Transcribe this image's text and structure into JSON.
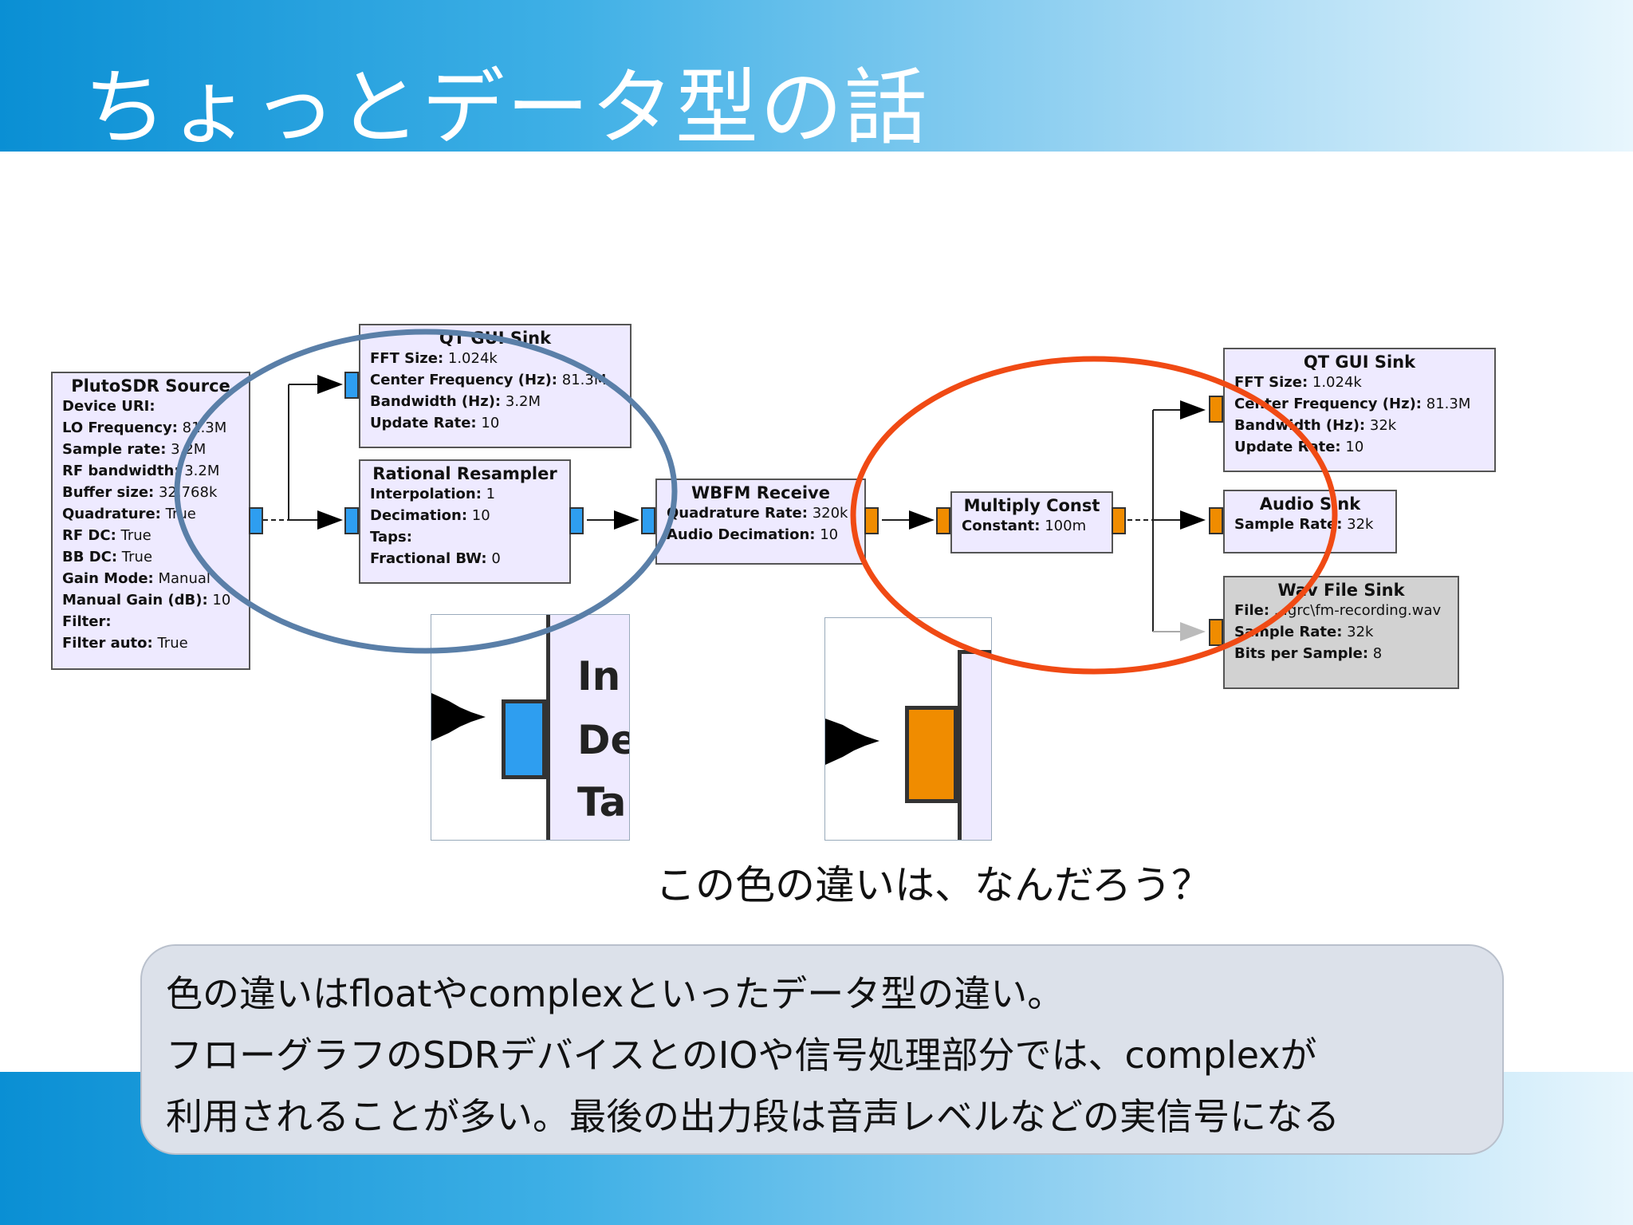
{
  "slide": {
    "title": "ちょっとデータ型の話",
    "question": "この色の違いは、なんだろう？",
    "note_lines": [
      "色の違いはfloatやcomplexといったデータ型の違い。",
      "フローグラフのSDRデバイスとのIOや信号処理部分では、complexが",
      "利用されることが多い。最後の出力段は音声レベルなどの実信号になる"
    ]
  },
  "blocks": {
    "pluto": {
      "title": "PlutoSDR Source",
      "rows": [
        {
          "k": "Device URI:",
          "v": ""
        },
        {
          "k": "LO Frequency:",
          "v": " 81.3M"
        },
        {
          "k": "Sample rate:",
          "v": " 3.2M"
        },
        {
          "k": "RF bandwidth:",
          "v": " 3.2M"
        },
        {
          "k": "Buffer size:",
          "v": " 32.768k"
        },
        {
          "k": "Quadrature:",
          "v": " True"
        },
        {
          "k": "RF DC:",
          "v": " True"
        },
        {
          "k": "BB DC:",
          "v": " True"
        },
        {
          "k": "Gain Mode:",
          "v": " Manual"
        },
        {
          "k": "Manual Gain (dB):",
          "v": " 10"
        },
        {
          "k": "Filter:",
          "v": ""
        },
        {
          "k": "Filter auto:",
          "v": " True"
        }
      ]
    },
    "qt1": {
      "title": "QT GUI Sink",
      "rows": [
        {
          "k": "FFT Size:",
          "v": " 1.024k"
        },
        {
          "k": "Center Frequency (Hz):",
          "v": " 81.3M"
        },
        {
          "k": "Bandwidth (Hz):",
          "v": " 3.2M"
        },
        {
          "k": "Update Rate:",
          "v": " 10"
        }
      ]
    },
    "resampler": {
      "title": "Rational Resampler",
      "rows": [
        {
          "k": "Interpolation:",
          "v": " 1"
        },
        {
          "k": "Decimation:",
          "v": " 10"
        },
        {
          "k": "Taps:",
          "v": ""
        },
        {
          "k": "Fractional BW:",
          "v": " 0"
        }
      ]
    },
    "wbfm": {
      "title": "WBFM Receive",
      "rows": [
        {
          "k": "Quadrature Rate:",
          "v": " 320k"
        },
        {
          "k": "Audio Decimation:",
          "v": " 10"
        }
      ]
    },
    "multiply": {
      "title": "Multiply Const",
      "rows": [
        {
          "k": "Constant:",
          "v": " 100m"
        }
      ]
    },
    "qt2": {
      "title": "QT GUI Sink",
      "rows": [
        {
          "k": "FFT Size:",
          "v": " 1.024k"
        },
        {
          "k": "Center Frequency (Hz):",
          "v": " 81.3M"
        },
        {
          "k": "Bandwidth (Hz):",
          "v": " 32k"
        },
        {
          "k": "Update Rate:",
          "v": " 10"
        }
      ]
    },
    "audio": {
      "title": "Audio Sink",
      "rows": [
        {
          "k": "Sample Rate:",
          "v": " 32k"
        }
      ]
    },
    "wav": {
      "title": "Wav File Sink",
      "rows": [
        {
          "k": "File:",
          "v": " ...grc\\fm-recording.wav"
        },
        {
          "k": "Sample Rate:",
          "v": " 32k"
        },
        {
          "k": "Bits per Sample:",
          "v": " 8"
        }
      ]
    }
  },
  "zoom_left_letters": [
    "In",
    "De",
    "Ta"
  ],
  "colors": {
    "complex_port": "#2e9ef0",
    "float_port": "#f08c00",
    "blue_circle": "#5a7fa8",
    "red_circle": "#f04a14",
    "block_fill": "#eeeaff",
    "disabled_block_fill": "#d2d2d2"
  }
}
